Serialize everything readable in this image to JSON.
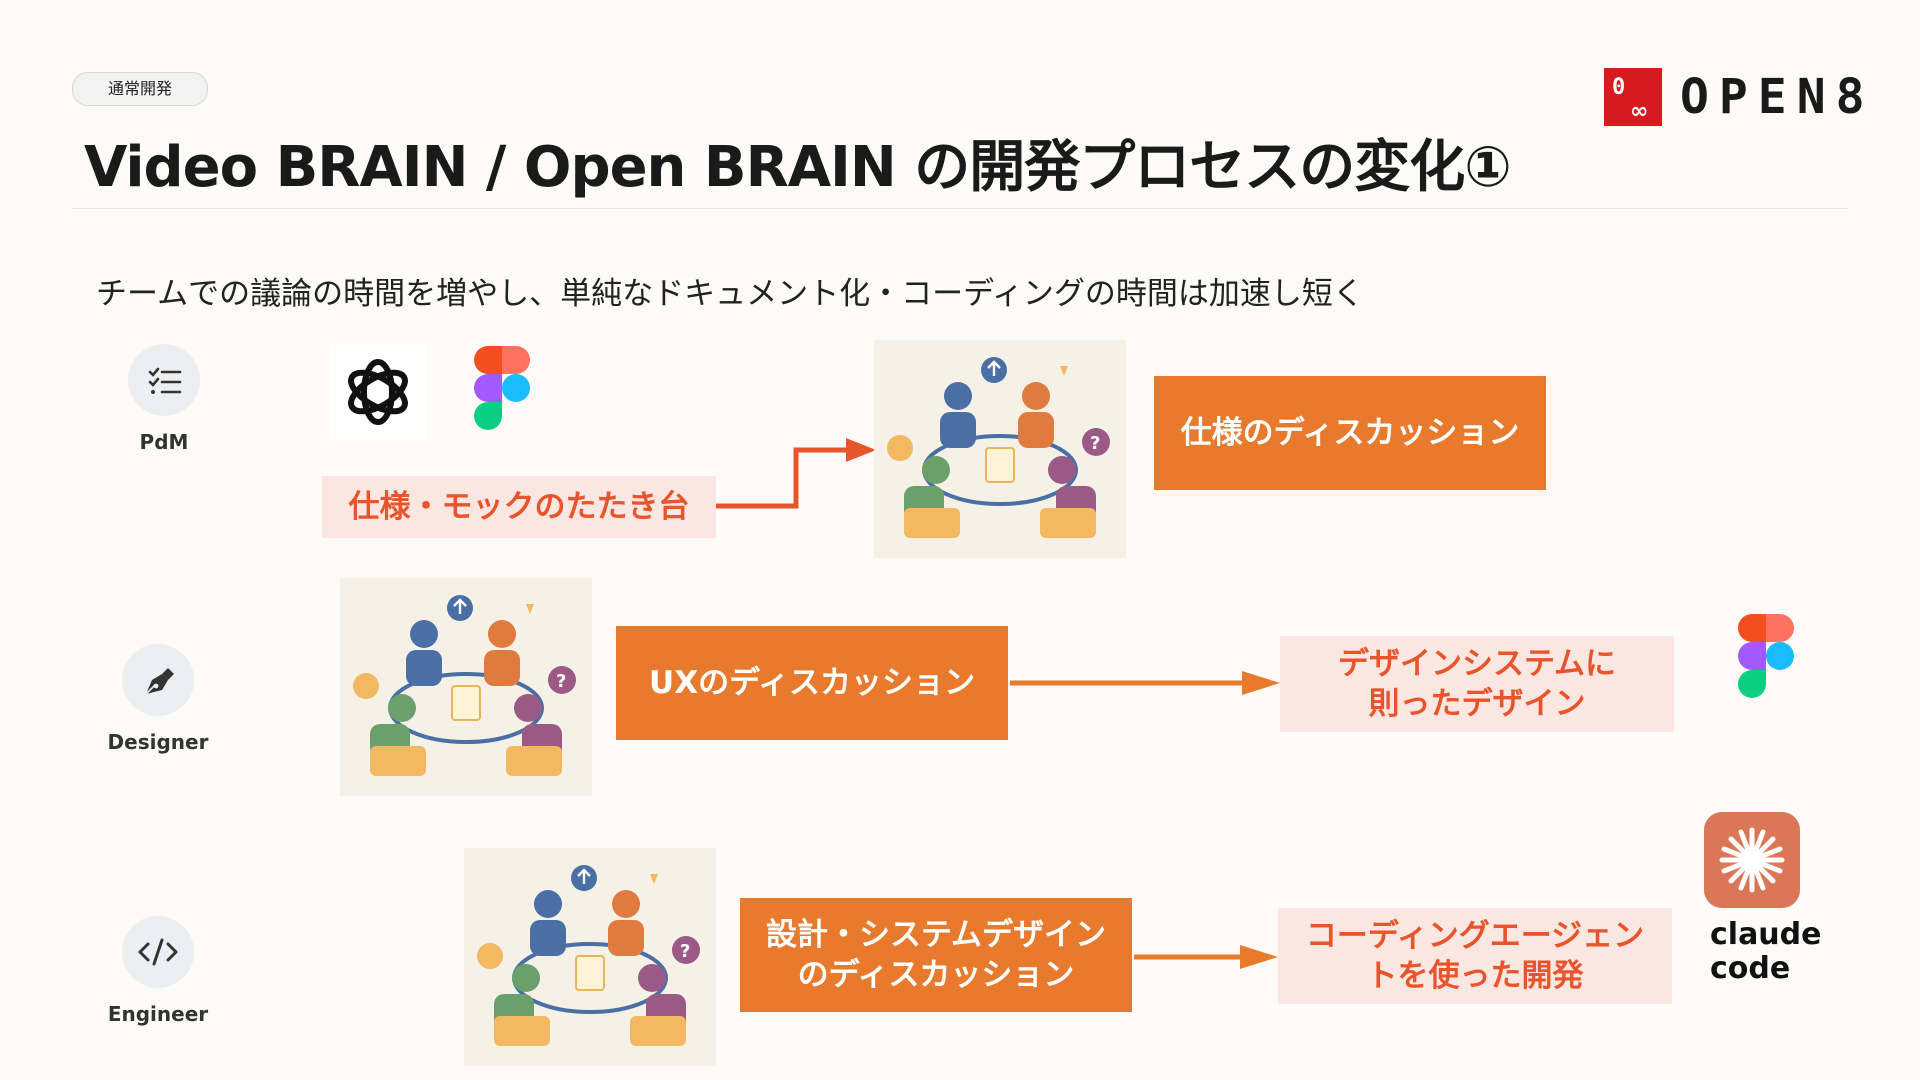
{
  "header": {
    "tag": "通常開発",
    "title": "Video BRAIN / Open BRAIN の開発プロセスの変化①",
    "logo_text": "OPEN8",
    "logo_badge": "0"
  },
  "subtitle": "チームでの議論の時間を増やし、単純なドキュメント化・コーディングの時間は加速し短く",
  "roles": [
    {
      "label": "PdM",
      "icon": "checklist-icon"
    },
    {
      "label": "Designer",
      "icon": "pen-nib-icon"
    },
    {
      "label": "Engineer",
      "icon": "code-icon"
    }
  ],
  "pdm": {
    "tools": [
      "openai-logo-icon",
      "figma-logo-icon"
    ],
    "mock_label": "仕様・モックのたたき台",
    "discussion_label": "仕様のディスカッション"
  },
  "designer": {
    "discussion_label": "UXのディスカッション",
    "result_lines": [
      "デザインシステムに",
      "則ったデザイン"
    ],
    "tool": "figma-logo-icon"
  },
  "engineer": {
    "discussion_lines": [
      "設計・システムデザイン",
      "のディスカッション"
    ],
    "result_lines": [
      "コーディングエージェン",
      "トを使った開発"
    ],
    "tool_lines": [
      "claude",
      "code"
    ]
  },
  "colors": {
    "accent_orange": "#e87a2e",
    "pink_bg": "#fbe7e1",
    "pink_text": "#e8542c",
    "arrow_red": "#e8542c",
    "arrow_orange": "#e87a2e",
    "logo_red": "#d71920",
    "claude_bg": "#d97757"
  }
}
